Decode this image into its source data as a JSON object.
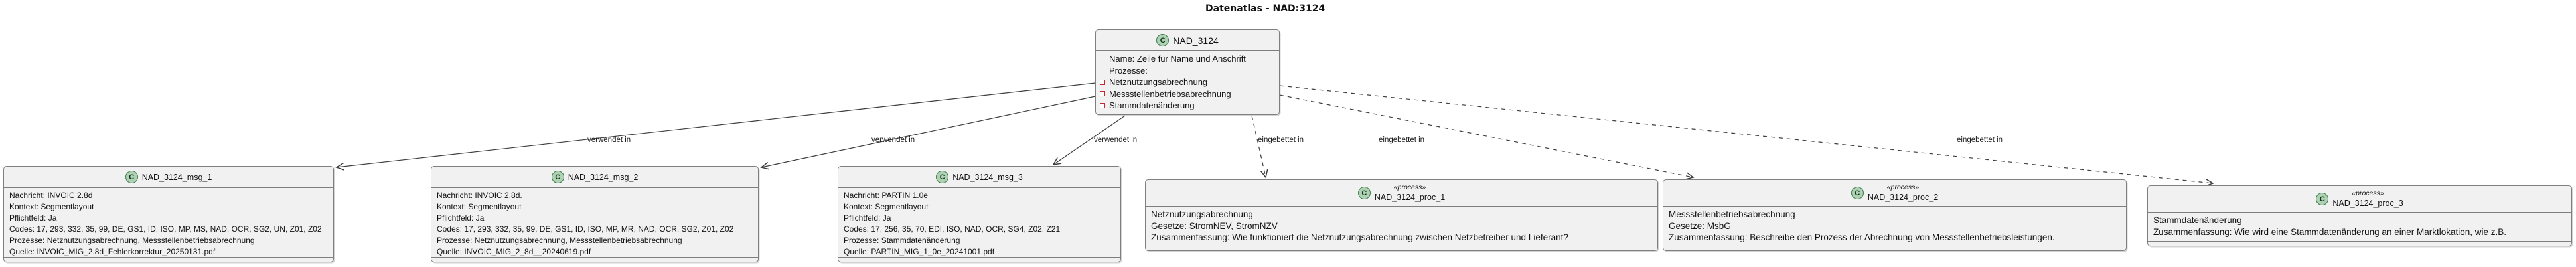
{
  "title": "Datenatlas - NAD:3124",
  "colors": {
    "background": "#ffffff",
    "box_fill": "#f1f1f1",
    "box_border": "#7f7f7f",
    "edge_line": "#3d3d3d",
    "circle_fill": "#add1b2",
    "circle_border": "#3d7a4a",
    "field_marker": "#c82930"
  },
  "edge_labels": [
    "verwendet in",
    "verwendet in",
    "verwendet in",
    "eingebettet in",
    "eingebettet in",
    "eingebettet in"
  ],
  "nodes": {
    "main": {
      "icon": "C",
      "name": "NAD_3124",
      "lines": [
        "Name: Zeile für Name und Anschrift",
        "Prozesse:"
      ],
      "fields": [
        "Netznutzungsabrechnung",
        "Messstellenbetriebsabrechnung",
        "Stammdatenänderung"
      ]
    },
    "msg1": {
      "icon": "C",
      "name": "NAD_3124_msg_1",
      "lines": [
        "Nachricht: INVOIC 2.8d",
        "Kontext: Segmentlayout",
        "Pflichtfeld: Ja",
        "Codes: 17, 293, 332, 35, 99, DE, GS1, ID, ISO, MP, MS, NAD, OCR, SG2, UN, Z01, Z02",
        "Prozesse: Netznutzungsabrechnung, Messstellenbetriebsabrechnung",
        "Quelle: INVOIC_MIG_2.8d_Fehlerkorrektur_20250131.pdf"
      ]
    },
    "msg2": {
      "icon": "C",
      "name": "NAD_3124_msg_2",
      "lines": [
        "Nachricht: INVOIC 2.8d.",
        "Kontext: Segmentlayout",
        "Pflichtfeld: Ja",
        "Codes: 17, 293, 332, 35, 99, DE, GS1, ID, ISO, MP, MR, NAD, OCR, SG2, Z01, Z02",
        "Prozesse: Netznutzungsabrechnung, Messstellenbetriebsabrechnung",
        "Quelle: INVOIC_MIG_2_8d__20240619.pdf"
      ]
    },
    "msg3": {
      "icon": "C",
      "name": "NAD_3124_msg_3",
      "lines": [
        "Nachricht: PARTIN 1.0e",
        "Kontext: Segmentlayout",
        "Pflichtfeld: Ja",
        "Codes: 17, 256, 35, 70, EDI, ISO, NAD, OCR, SG4, Z02, Z21",
        "Prozesse: Stammdatenänderung",
        "Quelle: PARTIN_MIG_1_0e_20241001.pdf"
      ]
    },
    "proc1": {
      "icon": "C",
      "stereotype": "«process»",
      "name": "NAD_3124_proc_1",
      "lines": [
        "Netznutzungsabrechnung",
        "Gesetze: StromNEV, StromNZV",
        "Zusammenfassung: Wie funktioniert die Netznutzungsabrechnung zwischen Netzbetreiber und Lieferant?"
      ]
    },
    "proc2": {
      "icon": "C",
      "stereotype": "«process»",
      "name": "NAD_3124_proc_2",
      "lines": [
        "Messstellenbetriebsabrechnung",
        "Gesetze: MsbG",
        "Zusammenfassung: Beschreibe den Prozess der Abrechnung von Messstellenbetriebsleistungen."
      ]
    },
    "proc3": {
      "icon": "C",
      "stereotype": "«process»",
      "name": "NAD_3124_proc_3",
      "lines": [
        "Stammdatenänderung",
        "Zusammenfassung: Wie wird eine Stammdatenänderung an einer Marktlokation, wie z.B."
      ]
    }
  }
}
